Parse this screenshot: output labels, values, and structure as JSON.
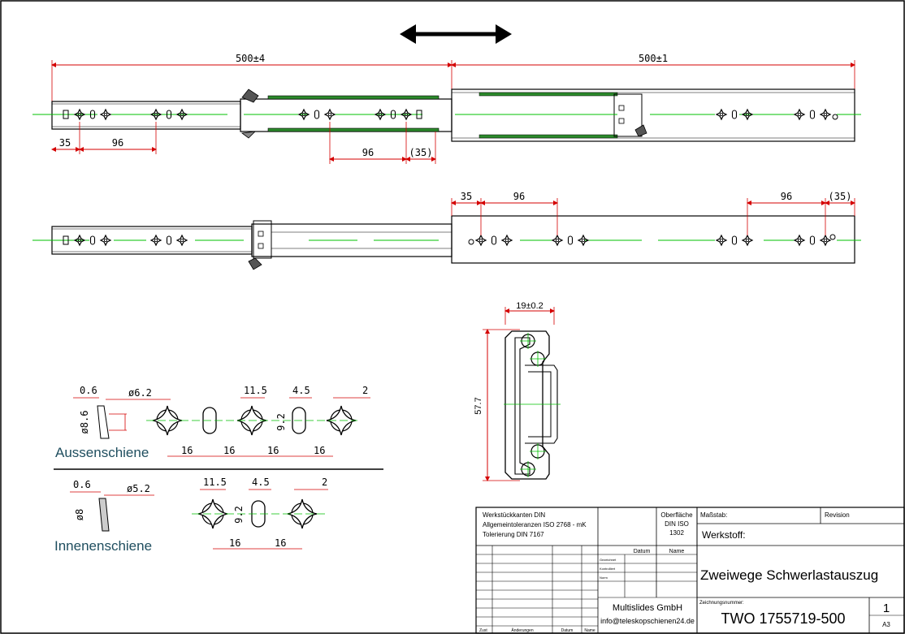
{
  "colors": {
    "line": "#000000",
    "dimension": "#d40000",
    "centerline": "#00c000",
    "subtitle": "#1f4e5f"
  },
  "icons": {
    "direction": "double-arrow-icon"
  },
  "top_view": {
    "overall_left": "500±4",
    "overall_right": "500±1",
    "dim_35": "35",
    "dim_96_left": "96",
    "dim_96_mid": "96",
    "dim_35_paren": "(35)"
  },
  "bottom_view": {
    "dim_35": "35",
    "dim_96_left": "96",
    "dim_96_right": "96",
    "dim_35_paren": "(35)"
  },
  "profile": {
    "width": "19±0.2",
    "height": "57.7"
  },
  "aussenschiene": {
    "title": "Aussenschiene",
    "thickness": "0.6",
    "diameter_outer": "ø6.2",
    "diameter_head": "ø8.6",
    "dim_11_5": "11.5",
    "dim_4_5": "4.5",
    "dim_9_2": "9.2",
    "dim_2": "2",
    "pitch": [
      "16",
      "16",
      "16",
      "16"
    ]
  },
  "innenenschiene": {
    "title": "Innenenschiene",
    "thickness": "0.6",
    "diameter_outer": "ø5.2",
    "diameter_head": "ø8",
    "dim_11_5": "11.5",
    "dim_4_5": "4.5",
    "dim_9_2": "9.2",
    "dim_2": "2",
    "pitch": [
      "16",
      "16"
    ]
  },
  "title_block": {
    "notes": [
      "Werkstückkanten DIN",
      "Allgemeintoleranzen ISO 2768 - mK",
      "Tolerierung DIN 7167"
    ],
    "surface_label": [
      "Oberfläche",
      "DIN ISO",
      "1302"
    ],
    "scale_label": "Maßstab:",
    "revision_label": "Revision",
    "material_label": "Werkstoff:",
    "col_date": "Datum",
    "col_name": "Name",
    "role_drawn": "Gezeichnet",
    "role_checked": "Kontrolliert",
    "role_norm": "Norm",
    "title": "Zweiwege Schwerlastauszug",
    "company": "Multislides GmbH",
    "email": "info@teleskopschienen24.de",
    "drawing_number_label": "Zeichnungsnummer:",
    "drawing_number": "TWO 1755719-500",
    "sheet": "1",
    "format": "A3",
    "foot_state": "Zust",
    "foot_changes": "Änderungen",
    "foot_date": "Datum",
    "foot_name": "Name"
  }
}
